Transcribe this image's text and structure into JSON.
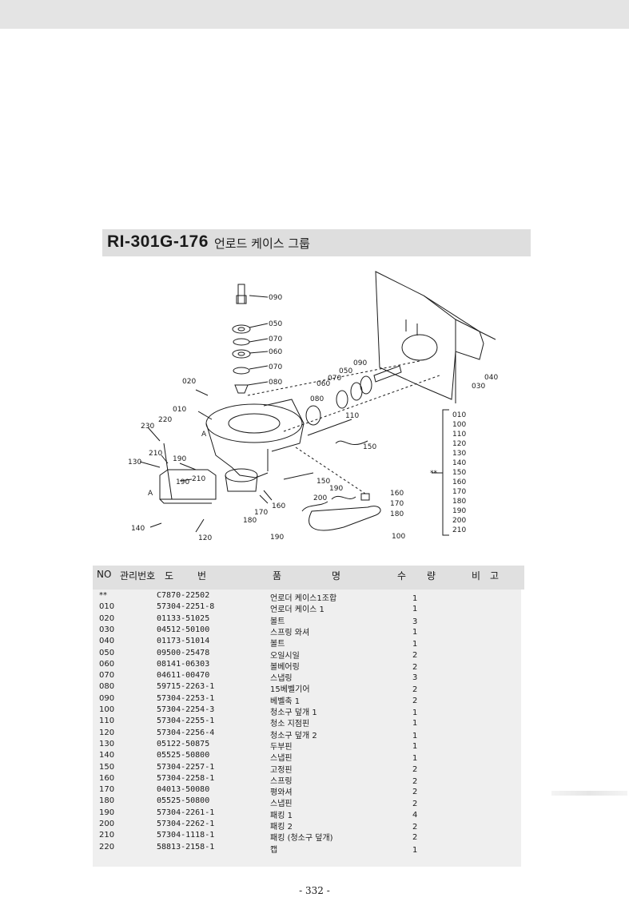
{
  "header": {
    "code": "RI-301G-176",
    "name": "언로드 케이스 그룹"
  },
  "diagram": {
    "callouts": [
      "090",
      "050",
      "070",
      "060",
      "070",
      "080",
      "020",
      "010",
      "230",
      "220",
      "A",
      "210",
      "190",
      "130",
      "210",
      "190",
      "A",
      "140",
      "120",
      "180",
      "170",
      "160",
      "150",
      "190",
      "200",
      "160",
      "170",
      "180",
      "190",
      "100",
      "150",
      "110",
      "080",
      "060",
      "070",
      "050",
      "090",
      "040",
      "030"
    ],
    "bracket_marker": "**",
    "bracket_list": [
      "010",
      "100",
      "110",
      "120",
      "130",
      "140",
      "150",
      "160",
      "170",
      "180",
      "190",
      "200",
      "210"
    ]
  },
  "table": {
    "headers": [
      "NO",
      "관리번호",
      "도",
      "번",
      "품",
      "명",
      "수",
      "량",
      "비",
      "고"
    ],
    "rows": [
      {
        "no": "**",
        "dwg": "C7870-22502",
        "name": "언로더 케이스1조합",
        "qty": "1"
      },
      {
        "no": "010",
        "dwg": "57304-2251-8",
        "name": "언로더 케이스 1",
        "qty": "1"
      },
      {
        "no": "020",
        "dwg": "01133-51025",
        "name": "볼트",
        "qty": "3"
      },
      {
        "no": "030",
        "dwg": "04512-50100",
        "name": "스프링 와셔",
        "qty": "1"
      },
      {
        "no": "040",
        "dwg": "01173-51014",
        "name": "볼트",
        "qty": "1"
      },
      {
        "no": "050",
        "dwg": "09500-25478",
        "name": "오일시일",
        "qty": "2"
      },
      {
        "no": "060",
        "dwg": "08141-06303",
        "name": "볼베어링",
        "qty": "2"
      },
      {
        "no": "070",
        "dwg": "04611-00470",
        "name": "스냅링",
        "qty": "3"
      },
      {
        "no": "080",
        "dwg": "59715-2263-1",
        "name": "15베벨기어",
        "qty": "2"
      },
      {
        "no": "090",
        "dwg": "57304-2253-1",
        "name": "베벨축 1",
        "qty": "2"
      },
      {
        "no": "100",
        "dwg": "57304-2254-3",
        "name": "청소구 덮개 1",
        "qty": "1"
      },
      {
        "no": "110",
        "dwg": "57304-2255-1",
        "name": "청소 지점핀",
        "qty": "1"
      },
      {
        "no": "120",
        "dwg": "57304-2256-4",
        "name": "청소구 덮개 2",
        "qty": "1"
      },
      {
        "no": "130",
        "dwg": "05122-50875",
        "name": "두부핀",
        "qty": "1"
      },
      {
        "no": "140",
        "dwg": "05525-50800",
        "name": "스냅핀",
        "qty": "1"
      },
      {
        "no": "150",
        "dwg": "57304-2257-1",
        "name": "고정핀",
        "qty": "2"
      },
      {
        "no": "160",
        "dwg": "57304-2258-1",
        "name": "스프링",
        "qty": "2"
      },
      {
        "no": "170",
        "dwg": "04013-50080",
        "name": "평와셔",
        "qty": "2"
      },
      {
        "no": "180",
        "dwg": "05525-50800",
        "name": "스냅핀",
        "qty": "2"
      },
      {
        "no": "190",
        "dwg": "57304-2261-1",
        "name": "패킹 1",
        "qty": "4"
      },
      {
        "no": "200",
        "dwg": "57304-2262-1",
        "name": "패킹 2",
        "qty": "2"
      },
      {
        "no": "210",
        "dwg": "57304-1118-1",
        "name": "패킹 (청소구 덮개)",
        "qty": "2"
      },
      {
        "no": "220",
        "dwg": "58813-2158-1",
        "name": "캡",
        "qty": "1"
      }
    ]
  },
  "footer": {
    "page_number": "- 332 -"
  }
}
